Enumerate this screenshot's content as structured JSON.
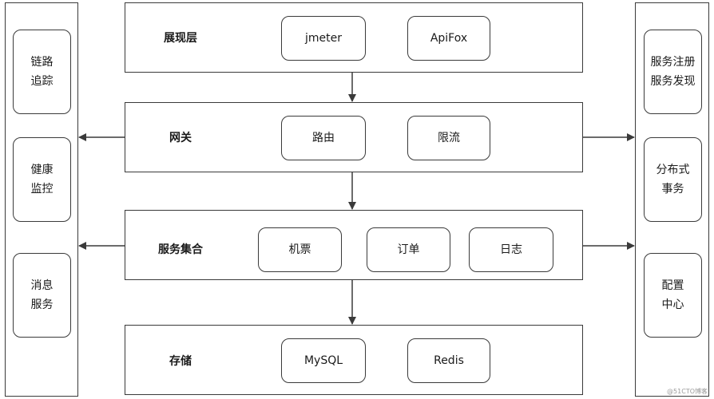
{
  "left_panel": {
    "items": [
      {
        "label": "链路\n追踪"
      },
      {
        "label": "健康\n监控"
      },
      {
        "label": "消息\n服务"
      }
    ]
  },
  "right_panel": {
    "items": [
      {
        "label": "服务注册\n服务发现"
      },
      {
        "label": "分布式\n事务"
      },
      {
        "label": "配置\n中心"
      }
    ]
  },
  "layers": [
    {
      "title": "展现层",
      "items": [
        "jmeter",
        "ApiFox"
      ]
    },
    {
      "title": "网关",
      "items": [
        "路由",
        "限流"
      ]
    },
    {
      "title": "服务集合",
      "items": [
        "机票",
        "订单",
        "日志"
      ]
    },
    {
      "title": "存储",
      "items": [
        "MySQL",
        "Redis"
      ]
    }
  ],
  "watermark": "@51CTO博客"
}
